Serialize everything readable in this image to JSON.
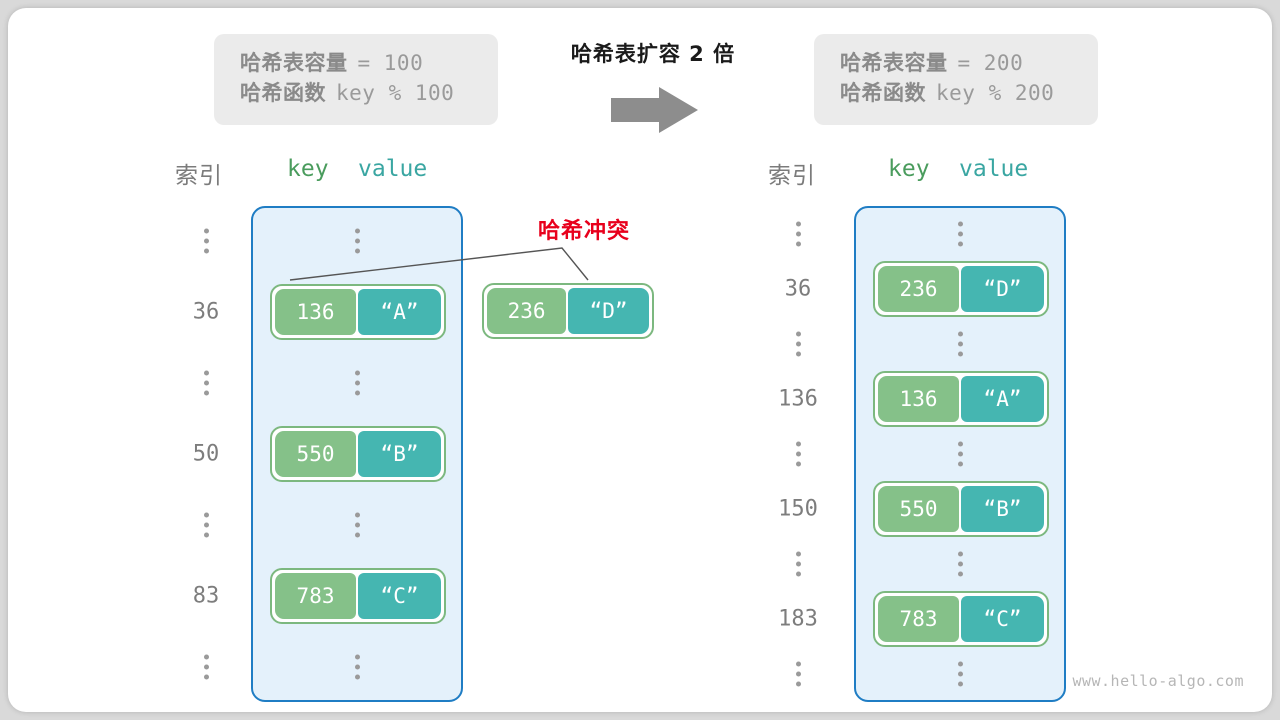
{
  "figure": {
    "watermark": "www.hello-algo.com",
    "transform_title": "哈希表扩容 2 倍",
    "arrow_icon": "right-arrow-icon",
    "collision_label": "哈希冲突",
    "colors": {
      "key_cell": "#85c189",
      "value_cell": "#45b6b1",
      "bucket_fill": "#e4f1fb",
      "bucket_border": "#1f7dc4",
      "pair_border": "#7cb87f",
      "collision_red": "#e8001c",
      "info_box": "#ebebeb",
      "index_text": "#7d7d7d"
    }
  },
  "info_left": {
    "capacity_label": "哈希表容量",
    "capacity_value": "= 100",
    "hash_label": "哈希函数",
    "hash_value": "key % 100"
  },
  "info_right": {
    "capacity_label": "哈希表容量",
    "capacity_value": "= 200",
    "hash_label": "哈希函数",
    "hash_value": "key % 200"
  },
  "headers": {
    "index": "索引",
    "key": "key",
    "value": "value"
  },
  "left_table": {
    "rows": [
      {
        "index": "⋮",
        "type": "ellipsis"
      },
      {
        "index": "36",
        "type": "entry",
        "key": "136",
        "value": "“A”"
      },
      {
        "index": "⋮",
        "type": "ellipsis"
      },
      {
        "index": "50",
        "type": "entry",
        "key": "550",
        "value": "“B”"
      },
      {
        "index": "⋮",
        "type": "ellipsis"
      },
      {
        "index": "83",
        "type": "entry",
        "key": "783",
        "value": "“C”"
      },
      {
        "index": "⋮",
        "type": "ellipsis"
      }
    ]
  },
  "right_table": {
    "rows": [
      {
        "index": "⋮",
        "type": "ellipsis"
      },
      {
        "index": "36",
        "type": "entry",
        "key": "236",
        "value": "“D”"
      },
      {
        "index": "⋮",
        "type": "ellipsis"
      },
      {
        "index": "136",
        "type": "entry",
        "key": "136",
        "value": "“A”"
      },
      {
        "index": "⋮",
        "type": "ellipsis"
      },
      {
        "index": "150",
        "type": "entry",
        "key": "550",
        "value": "“B”"
      },
      {
        "index": "⋮",
        "type": "ellipsis"
      },
      {
        "index": "183",
        "type": "entry",
        "key": "783",
        "value": "“C”"
      },
      {
        "index": "⋮",
        "type": "ellipsis"
      }
    ]
  },
  "colliding_entry": {
    "key": "236",
    "value": "“D”"
  }
}
